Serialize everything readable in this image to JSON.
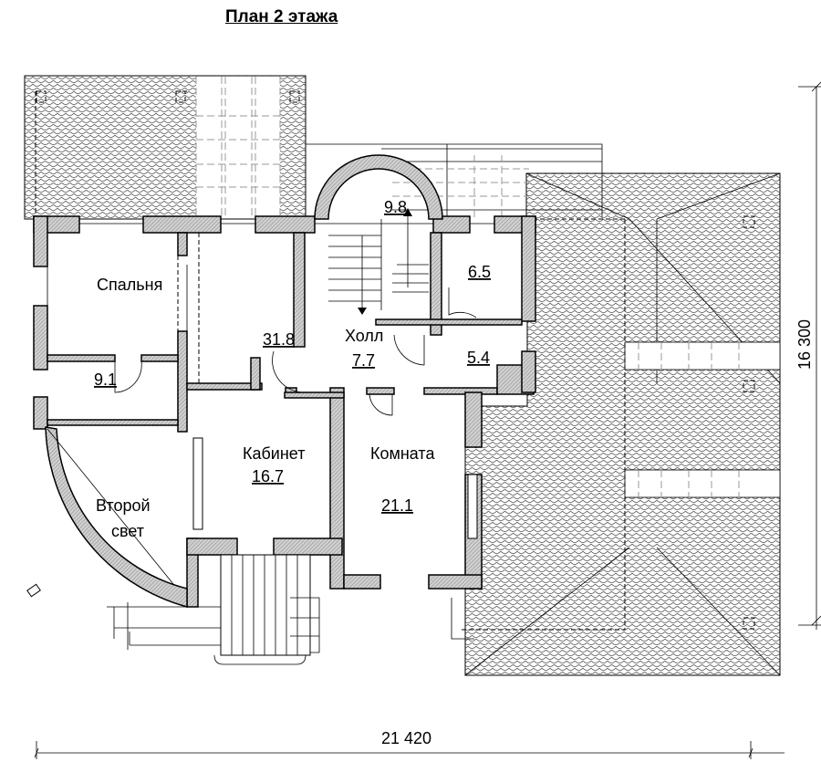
{
  "title": "План 2 этажа",
  "rooms": [
    {
      "name": "Спальня",
      "area": ""
    },
    {
      "name": "",
      "area": "9.1"
    },
    {
      "name": "",
      "area": "31.8"
    },
    {
      "name": "",
      "area": "9.8"
    },
    {
      "name": "",
      "area": "6.5"
    },
    {
      "name": "Холл",
      "area": "7.7"
    },
    {
      "name": "",
      "area": "5.4"
    },
    {
      "name": "Кабинет",
      "area": "16.7"
    },
    {
      "name": "Комната",
      "area": "21.1"
    },
    {
      "name": "Второй свет",
      "line1": "Второй",
      "line2": "свет"
    }
  ],
  "dimensions": {
    "height": "16 300",
    "width": "21 420"
  },
  "colors": {
    "wall_fill": "#c8c8c8",
    "line": "#000000"
  }
}
